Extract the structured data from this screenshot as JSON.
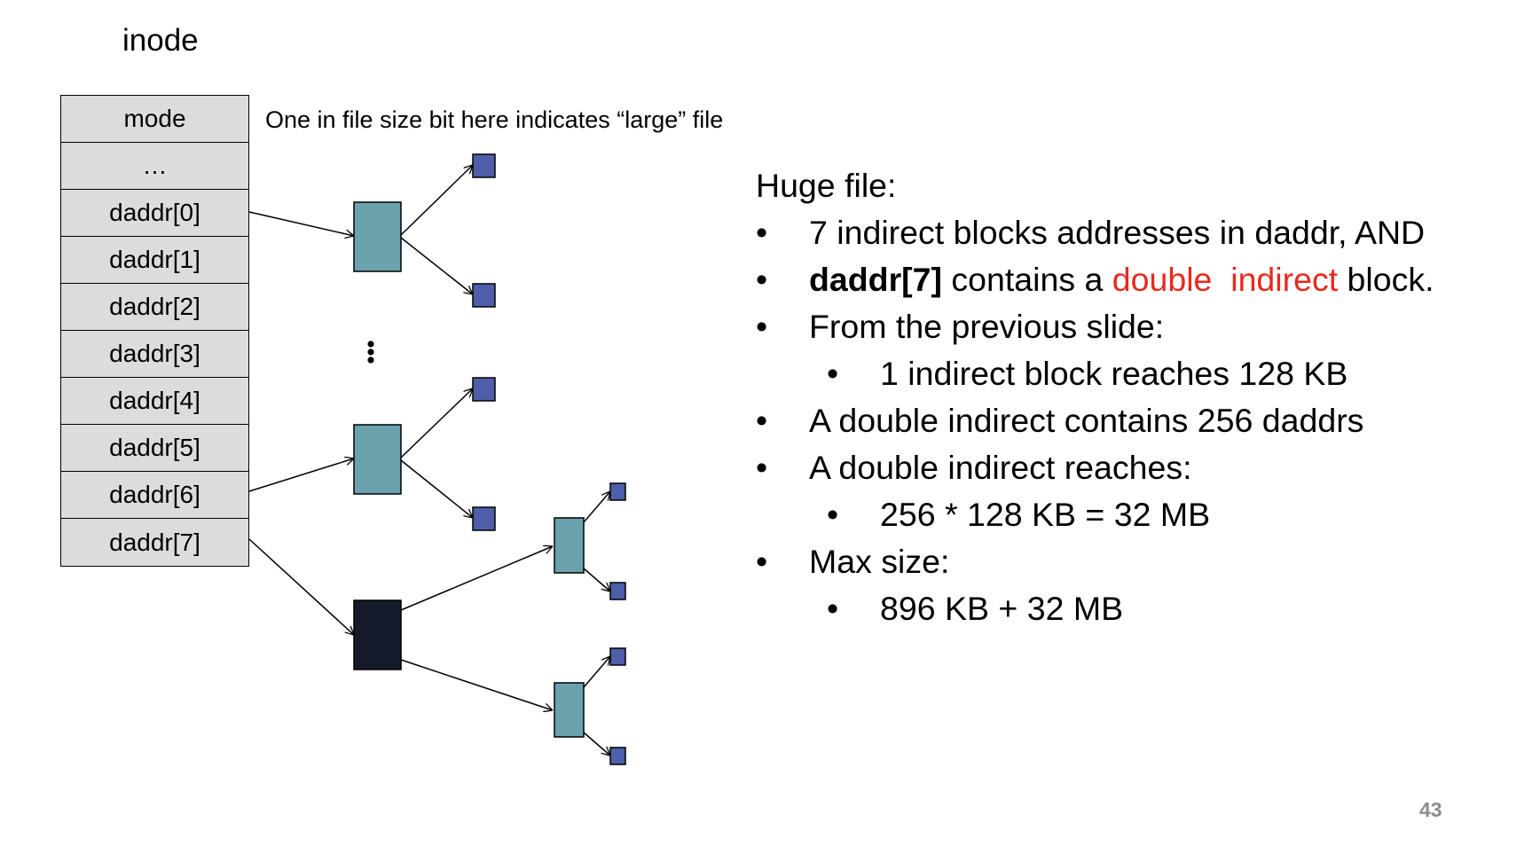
{
  "inode": {
    "title": "inode",
    "rows": [
      "mode",
      "…",
      "daddr[0]",
      "daddr[1]",
      "daddr[2]",
      "daddr[3]",
      "daddr[4]",
      "daddr[5]",
      "daddr[6]",
      "daddr[7]"
    ]
  },
  "note": "One in file size bit here indicates “large” file",
  "text": {
    "heading": "Huge file:",
    "b1": "7 indirect blocks addresses in daddr, AND",
    "b2_bold": "daddr[7]",
    "b2_mid": " contains a ",
    "b2_red": "double  indirect",
    "b2_end": " block.",
    "b3": "From the previous slide:",
    "b3a": "1 indirect block reaches 128 KB",
    "b4": "A double indirect contains 256 daddrs",
    "b5": "A double indirect reaches:",
    "b5a": "256 * 128 KB = 32 MB",
    "b6": "Max size:",
    "b6a": "896 KB + 32 MB",
    "bullet_char": "•"
  },
  "colors": {
    "indirect_block": "#6aa2ad",
    "data_block": "#4e5ea8",
    "double_indirect_block": "#141a29",
    "red_text": "#e8291c",
    "inode_fill": "#dcdcdc"
  },
  "page_number": "43"
}
